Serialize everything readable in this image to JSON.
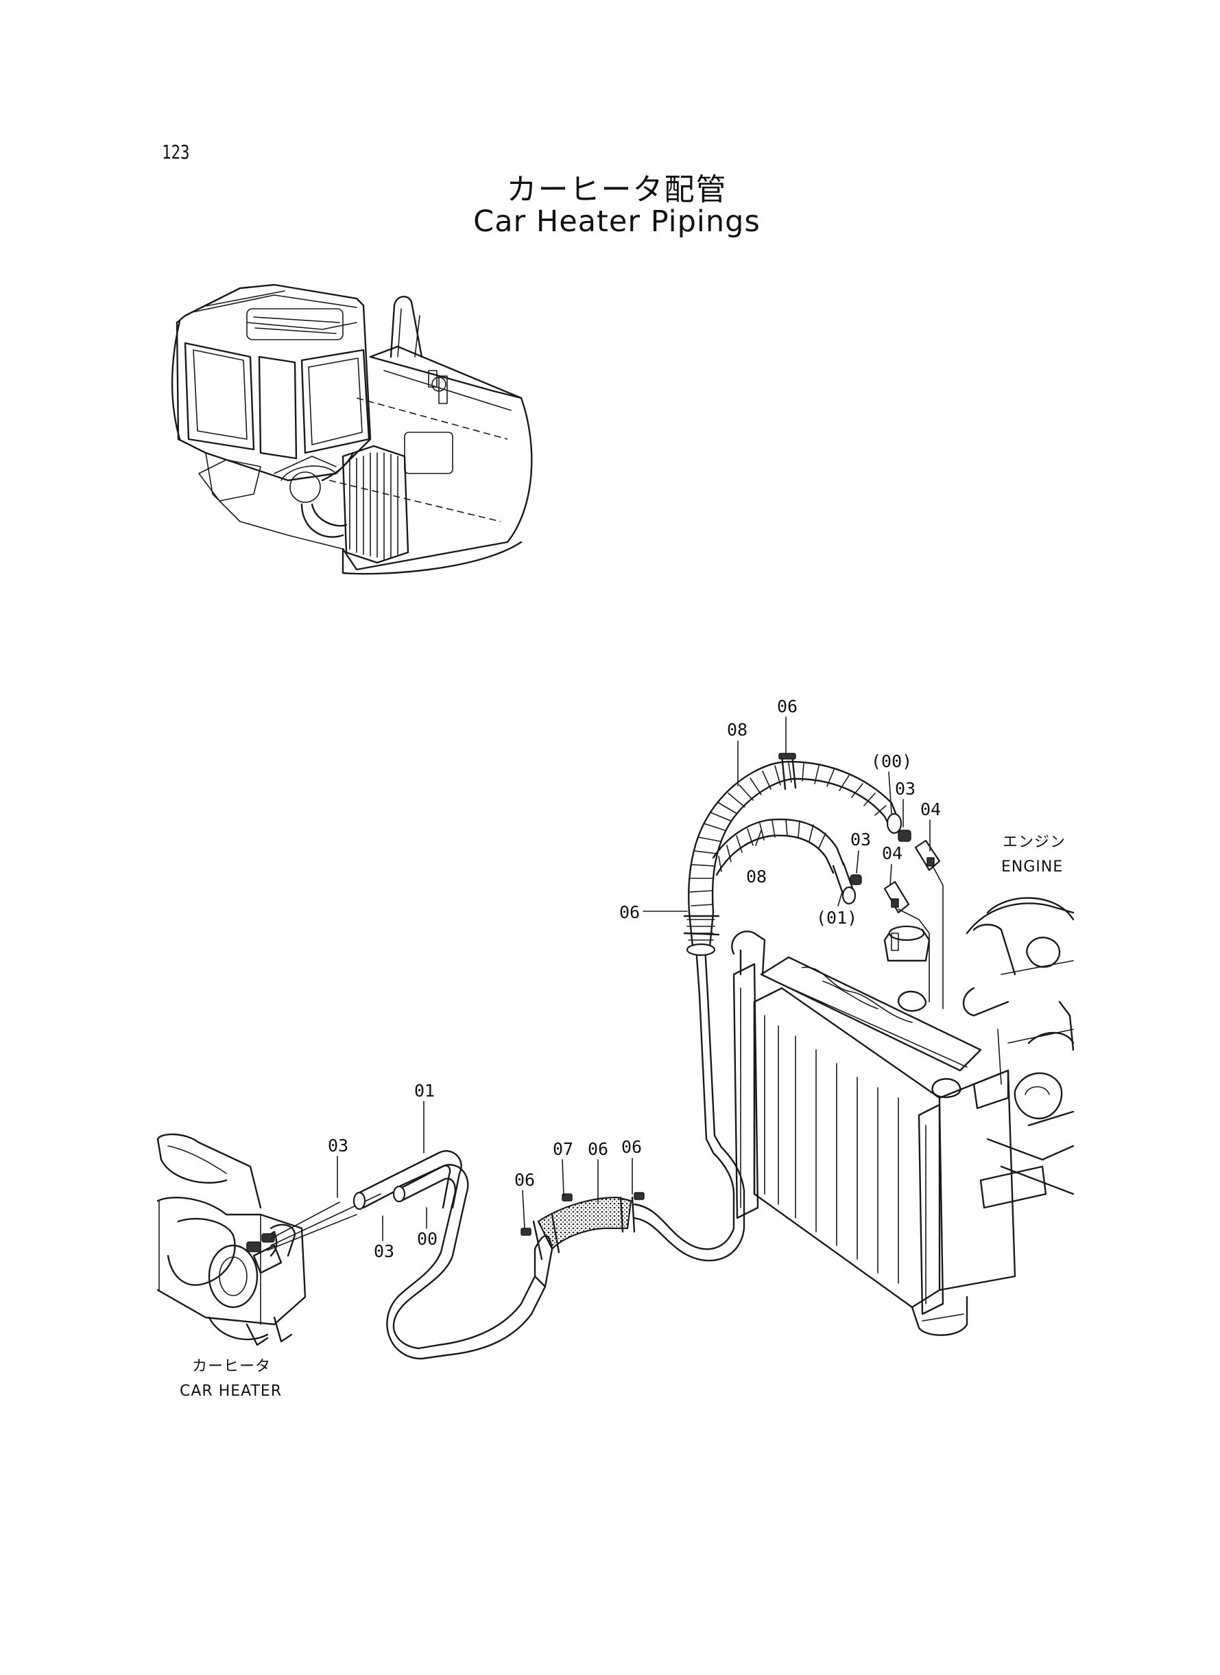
{
  "page_number": "123",
  "title_jp": "カーヒータ配管",
  "title_en": "Car Heater Pipings",
  "labels": {
    "engine_jp": "エンジン",
    "engine_en": "ENGINE",
    "car_heater_jp": "カーヒータ",
    "car_heater_en": "CAR HEATER"
  },
  "callouts": {
    "c06_top": "06",
    "c08_top": "08",
    "c00_paren": "(00)",
    "c03_upper": "03",
    "c04_upper": "04",
    "c03_mid": "03",
    "c04_mid": "04",
    "c08_mid": "08",
    "c01_paren": "(01)",
    "c06_left": "06",
    "c01": "01",
    "c03_left": "03",
    "c03_lower": "03",
    "c00": "00",
    "c06_a": "06",
    "c07": "07",
    "c06_b": "06",
    "c06_c": "06"
  }
}
